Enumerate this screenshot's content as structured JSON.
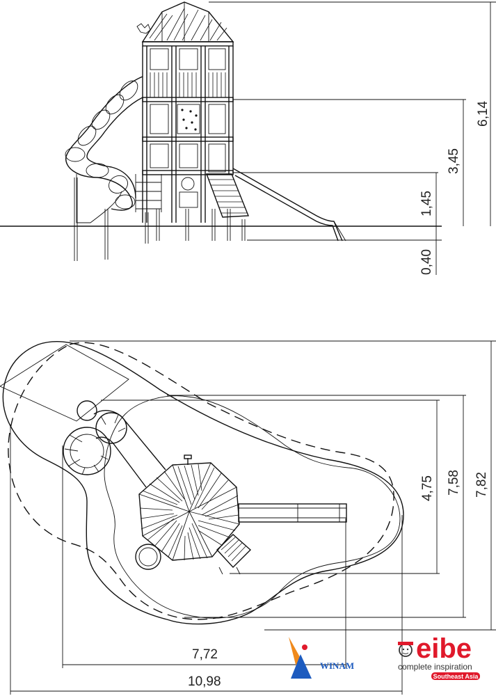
{
  "elevation": {
    "dimensions": {
      "total_height": "6,14",
      "tower_height": "3,45",
      "platform_height": "1,45",
      "foundation_depth": "0,40"
    }
  },
  "plan": {
    "dimensions": {
      "inner_depth": "4,75",
      "mid_depth": "7,58",
      "outer_depth": "7,82",
      "inner_width": "7,72",
      "outer_width": "10,98"
    }
  },
  "logos": {
    "eibe": {
      "name": "eibe",
      "tagline": "complete inspiration",
      "region": "Southeast Asia",
      "color": "#e0192b"
    },
    "winam": {
      "name": "WINAM",
      "color": "#1d5bbf"
    }
  }
}
